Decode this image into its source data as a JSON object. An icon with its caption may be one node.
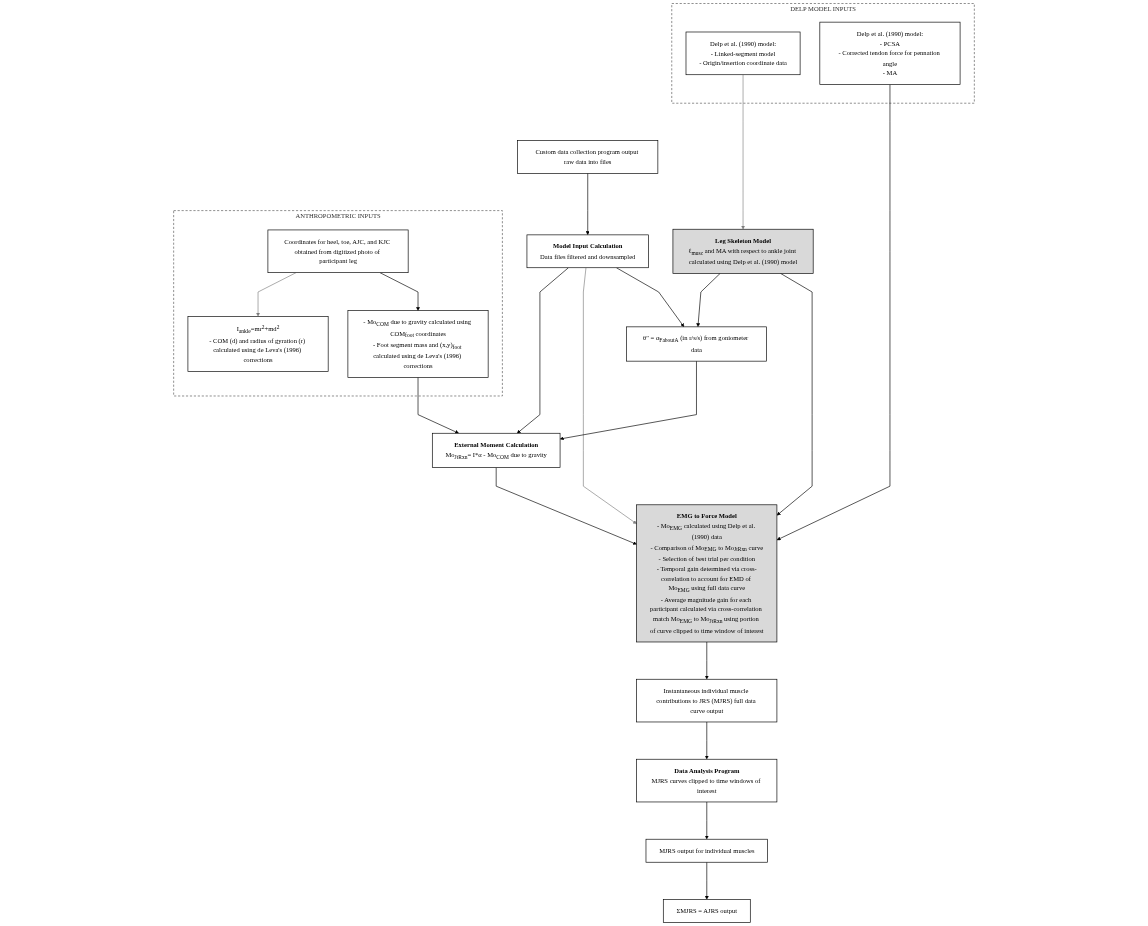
{
  "diagram": {
    "nodes": [
      {
        "text": [
          "DELP MODEL INPUTS"
        ]
      },
      {
        "text": [
          "Delp et al. (1990) model:",
          "- Linked-segment model",
          "- Origin/insertion coordinate data"
        ],
        "in": 0
      },
      {
        "text": [
          "Delp et al. (1990) model:",
          "- PCSA",
          "- Corrected tendon force for pennation angle",
          "- MA"
        ],
        "in": 0
      },
      {
        "text": [
          "Custom data collection program output raw data into files"
        ]
      },
      {
        "text": [
          "ANTHROPOMETRIC INPUTS"
        ]
      },
      {
        "text": [
          "Coordinates for heel, toe, AJC, and KJC obtained from digitized photo of participant leg"
        ],
        "in": 4
      },
      {
        "text": [
          "- Mo$_{COM}$ due to gravity calculated using COM$_{foot}$ coordinates",
          "- Foot segment mass and (x,y)$_{foot}$ calculated using de Leva's (1996) corrections"
        ],
        "in": 4
      },
      {
        "text": [
          "I$_{ankle}$=mr$^{2}$+md$^{2}$",
          "- COM (d) and radius of gyration (r) calculated using de Leva's (1996) corrections"
        ],
        "in": 4
      },
      {
        "text": [
          "Model Input Calculation",
          "Data files filtered and downsampled"
        ]
      },
      {
        "text": [
          "Leg Skeleton Model",
          "ℓ$_{musc}$ and MA with respect to ankle joint calculated using Delp et al. (1990) model"
        ]
      },
      {
        "text": [
          "θ″ = α$_{FaboutA}$ (in r/s/s) from goniometer data"
        ]
      },
      {
        "text": [
          "EMG to Force Model",
          "- Mo$_{EMG}$ calculated using Delp et al. (1990) data",
          "- Comparison of Mo$_{EMG}$ to Mo$_{JtRxn}$ curve",
          "- Selection of best trial per condition",
          "- Temporal gain determined via cross-correlation to account for EMD of Mo$_{EMG}$ using full data curve",
          "- Average magnitude gain for each participant calculated via cross-correlation match Mo$_{EMG}$ to Mo$_{JtRxn}$ using portion of curve clipped to time window of interest"
        ]
      },
      {
        "text": [
          "External Moment Calculation",
          "Mo$_{JtRxn}$= I*α - Mo$_{COM}$ due to gravity"
        ]
      },
      {
        "text": [
          "Instantaneous individual muscle contributions to JRS (MJRS) full data curve output"
        ]
      },
      {
        "text": [
          "Data Analysis Program",
          "MJRS curves clipped to time windows of interest"
        ]
      },
      {
        "text": [
          "MJRS output for individual muscles"
        ]
      },
      {
        "text": [
          "ΣMJRS = AJRS output"
        ]
      }
    ],
    "edges": [
      {
        "from": 1,
        "to": 9,
        "arrow": "to",
        "color": "#808080"
      },
      {
        "from": 9,
        "to": 11,
        "arrow": "to"
      },
      {
        "from": 9,
        "to": 10,
        "arrow": "to"
      },
      {
        "from": 2,
        "to": 11,
        "arrow": "to"
      },
      {
        "from": 3,
        "to": 8,
        "arrow": "to"
      },
      {
        "from": 5,
        "to": 6,
        "arrow": "to"
      },
      {
        "from": 5,
        "to": 7,
        "arrow": "to",
        "color": "#808080"
      },
      {
        "from": 8,
        "to": 10,
        "arrow": "to"
      },
      {
        "from": 8,
        "to": 11,
        "arrow": "to",
        "color": "#808080"
      },
      {
        "from": 8,
        "to": 12,
        "arrow": "to"
      },
      {
        "from": 10,
        "to": 12,
        "arrow": "to"
      },
      {
        "from": 6,
        "to": 12,
        "arrow": "to"
      },
      {
        "from": 12,
        "to": 11,
        "arrow": "to"
      },
      {
        "from": 11,
        "to": 13,
        "arrow": "to"
      },
      {
        "from": 13,
        "to": 14,
        "arrow": "to"
      },
      {
        "from": 14,
        "to": 15,
        "arrow": "to"
      },
      {
        "from": 15,
        "to": 16,
        "arrow": "to"
      }
    ]
  }
}
